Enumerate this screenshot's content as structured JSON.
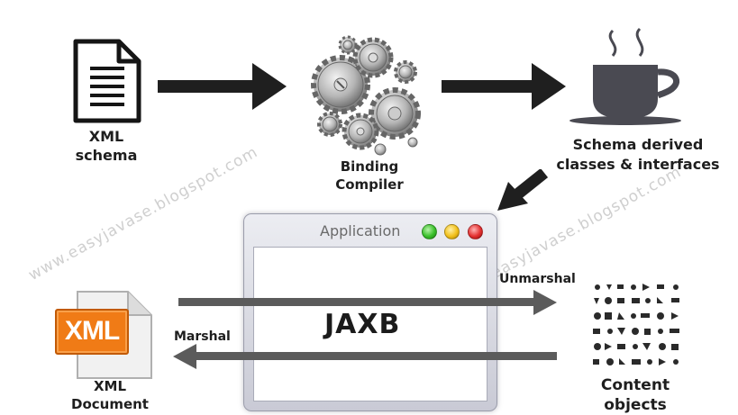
{
  "nodes": {
    "xml_schema": "XML\nschema",
    "binding_compiler": "Binding\nCompiler",
    "schema_derived": "Schema derived\nclasses & interfaces",
    "xml_document": "XML\nDocument",
    "content_objects": "Content\nobjects"
  },
  "application": {
    "title": "Application",
    "center_label": "JAXB"
  },
  "flows": {
    "unmarshal": "Unmarshal",
    "marshal": "Marshal"
  },
  "xml_icon_text": "XML",
  "watermark": "www.easyjavase.blogspot.com",
  "icons": [
    "document-icon",
    "gears-icon",
    "coffee-cup-icon",
    "xml-file-icon",
    "objects-collage-icon"
  ],
  "colors": {
    "arrow_dark": "#1f1f1f",
    "arrow_gray": "#5b5b5b",
    "xml_orange": "#f07b16",
    "cup": "#4a4a52",
    "light_green": "#39c02a",
    "light_yellow": "#f2c01a",
    "light_red": "#e43030"
  }
}
